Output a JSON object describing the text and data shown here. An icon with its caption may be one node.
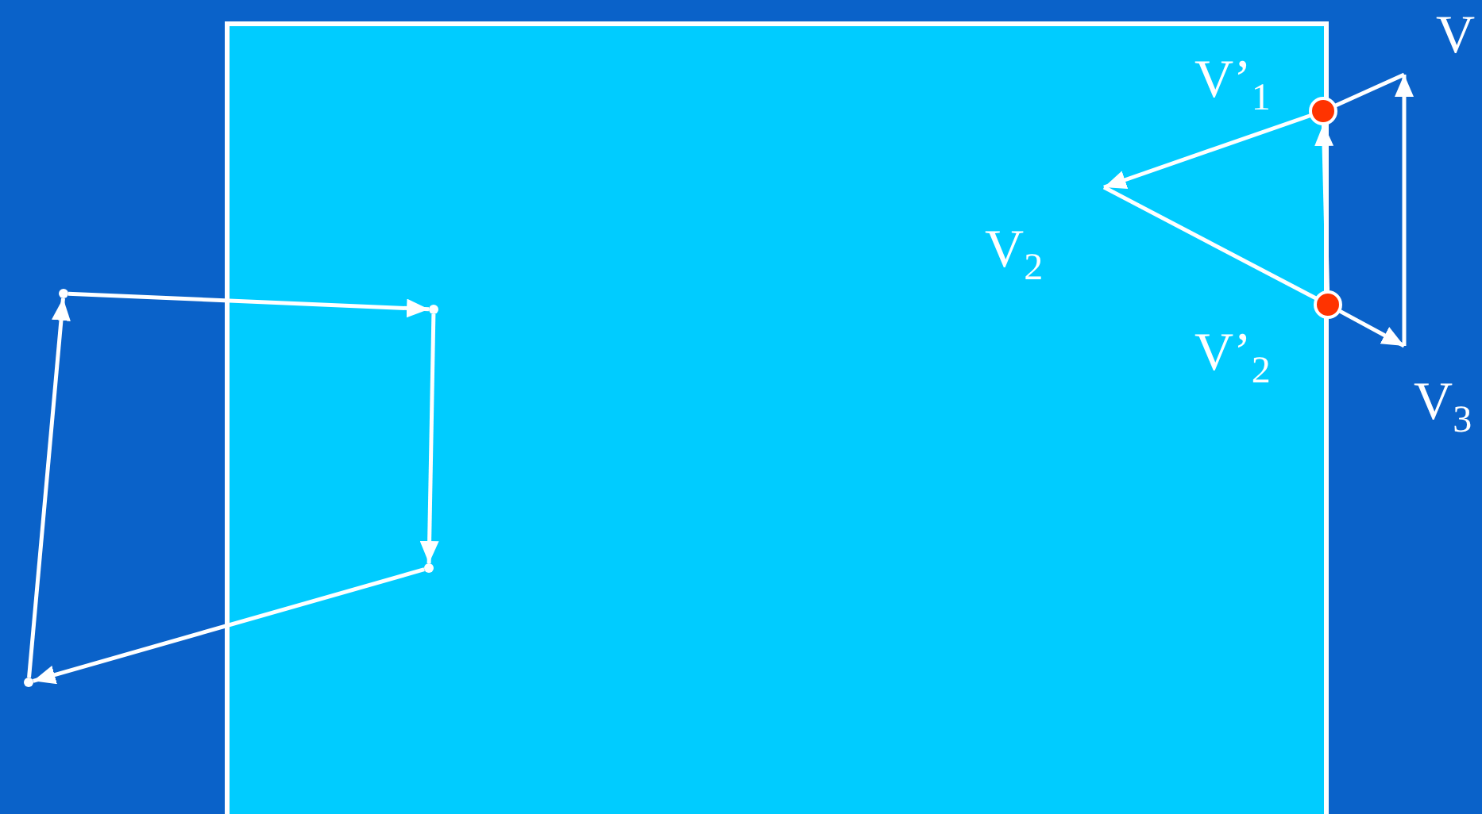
{
  "diagram": {
    "nodes": [
      {
        "text": [
          "V"
        ]
      },
      {
        "text": [
          "V’$_{1}$"
        ]
      },
      {
        "text": [
          "V$_{2}$"
        ]
      },
      {
        "text": [
          "V’$_{2}$"
        ]
      },
      {
        "text": [
          "V$_{3}$"
        ]
      },
      {
        "text": [],
        "shape": "point"
      },
      {
        "text": [],
        "shape": "point"
      },
      {
        "text": [],
        "shape": "point"
      },
      {
        "text": [],
        "shape": "point"
      }
    ],
    "edges": [
      {
        "from": 0,
        "to": 1,
        "arrow": "none"
      },
      {
        "from": 1,
        "to": 2,
        "arrow": "to"
      },
      {
        "from": 2,
        "to": 3,
        "arrow": "none"
      },
      {
        "from": 3,
        "to": 4,
        "arrow": "to"
      },
      {
        "from": 4,
        "to": 0,
        "arrow": "to"
      },
      {
        "from": 3,
        "to": 1,
        "arrow": "to"
      },
      {
        "from": 5,
        "to": 6,
        "arrow": "to"
      },
      {
        "from": 6,
        "to": 7,
        "arrow": "to"
      },
      {
        "from": 7,
        "to": 8,
        "arrow": "to"
      },
      {
        "from": 8,
        "to": 5,
        "arrow": "to"
      }
    ]
  }
}
